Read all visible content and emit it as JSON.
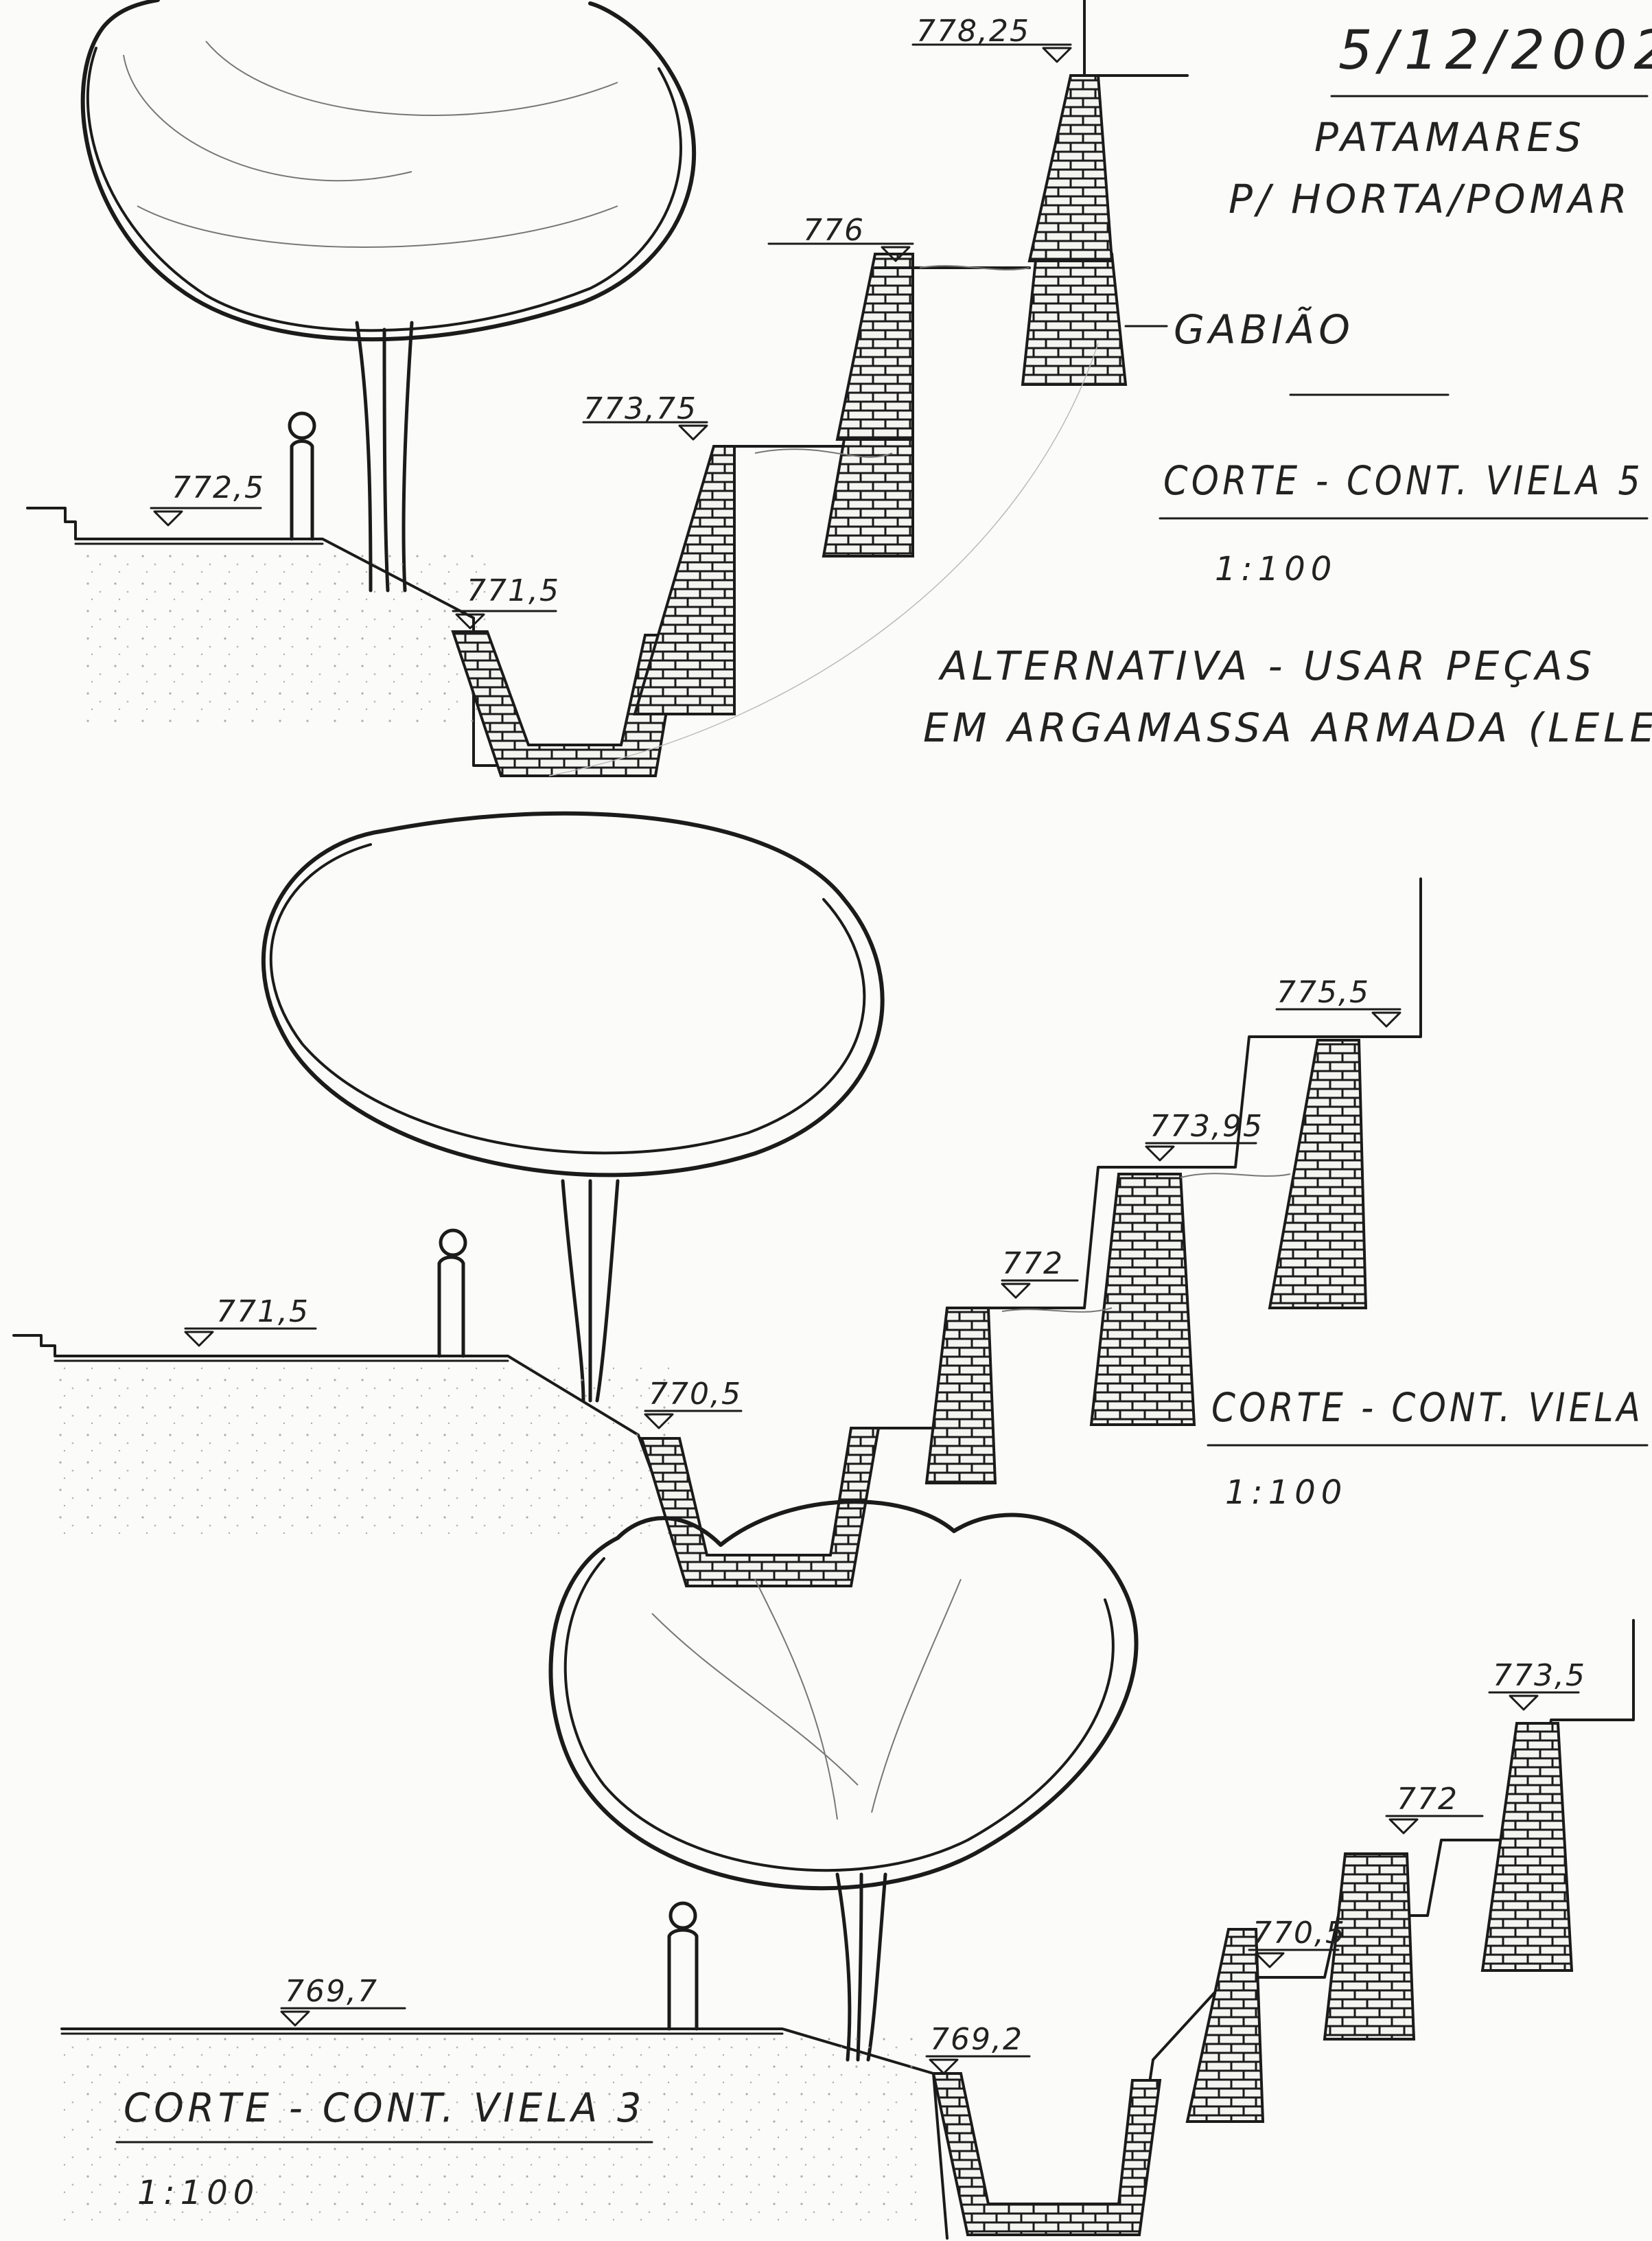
{
  "sheet": {
    "date": "5/12/2002",
    "title_line1": "PATAMARES",
    "title_line2": "P/ HORTA/POMAR",
    "gabiao_label": "GABIÃO",
    "alternative_line1": "ALTERNATIVA - USAR PEÇAS",
    "alternative_line2": "EM ARGAMASSA ARMADA (LELE"
  },
  "sections": [
    {
      "id": "viela5",
      "title": "CORTE - CONT. VIELA 5",
      "scale": "1:100",
      "elevations": [
        "778,25",
        "776",
        "773,75",
        "772,5",
        "771,5"
      ]
    },
    {
      "id": "viela4",
      "title": "CORTE - CONT. VIELA",
      "scale": "1:100",
      "elevations": [
        "775,5",
        "773,95",
        "772",
        "771,5",
        "770,5"
      ]
    },
    {
      "id": "viela3",
      "title": "CORTE - CONT. VIELA 3",
      "scale": "1:100",
      "elevations": [
        "773,5",
        "772",
        "770,5",
        "769,7",
        "769,2"
      ]
    }
  ]
}
